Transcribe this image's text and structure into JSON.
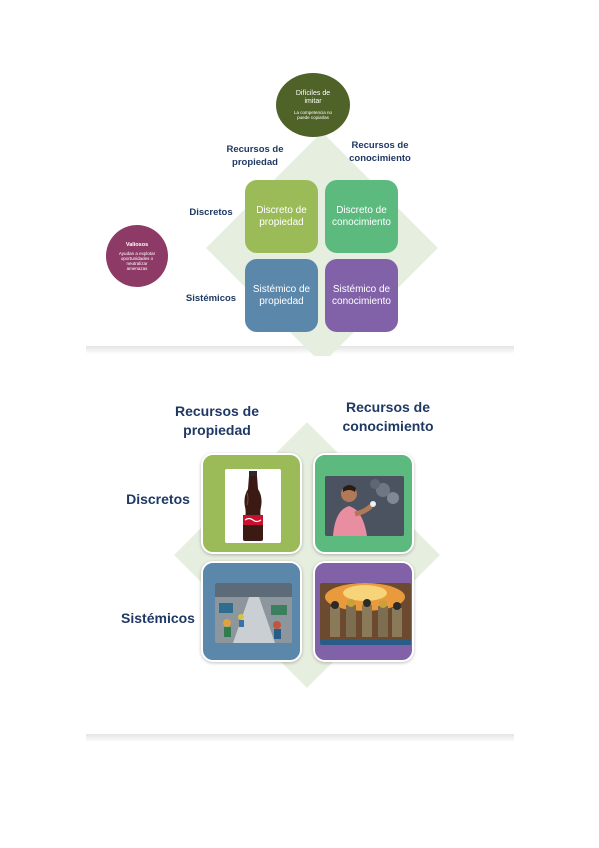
{
  "slide1": {
    "circle_top": {
      "title": "Difíciles de imitar",
      "subtitle": "La competencia no puede copiarlas"
    },
    "circle_left": {
      "title": "Valiosos",
      "subtitle": "Ayudan a explotar oportunidades o neutralizar amenazas"
    },
    "col_labels": [
      "Recursos de propiedad",
      "Recursos de conocimiento"
    ],
    "row_labels": [
      "Discretos",
      "Sistémicos"
    ],
    "tiles": [
      "Discreto de propiedad",
      "Discreto de conocimiento",
      "Sistémico de propiedad",
      "Sistémico de conocimiento"
    ]
  },
  "slide2": {
    "col_labels": [
      "Recursos de propiedad",
      "Recursos de conocimiento"
    ],
    "row_labels": [
      "Discretos",
      "Sistémicos"
    ],
    "photos": [
      "coca-cola-bottle-photo",
      "tennis-player-photo",
      "factory-line-photo",
      "firefighters-photo"
    ]
  },
  "colors": {
    "green": "#9bbb59",
    "teal": "#5cba7f",
    "blue": "#5b87ab",
    "purple": "#8162a8",
    "dark_green_circle": "#4f6228",
    "magenta_circle": "#8e3a66",
    "label_navy": "#1f3864"
  }
}
